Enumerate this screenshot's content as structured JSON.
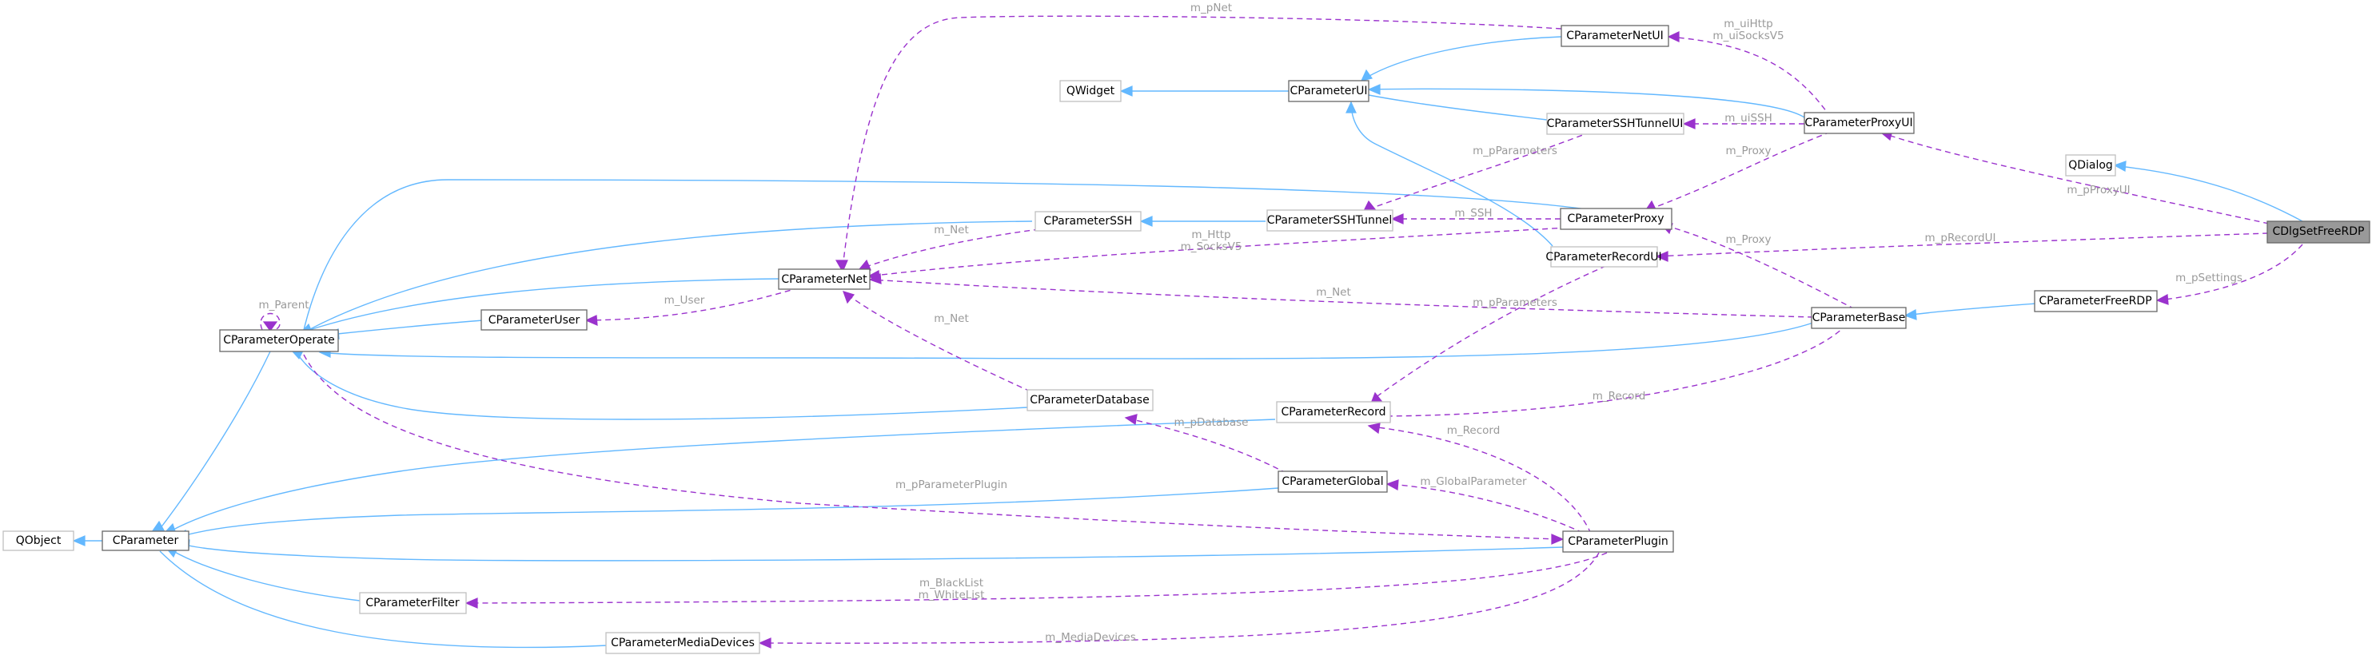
{
  "nodes": {
    "QObject": "QObject",
    "CParameter": "CParameter",
    "CParameterOperate": "CParameterOperate",
    "CParameterUser": "CParameterUser",
    "CParameterNet": "CParameterNet",
    "CParameterSSH": "CParameterSSH",
    "CParameterSSHTunnel": "CParameterSSHTunnel",
    "CParameterProxy": "CParameterProxy",
    "CParameterRecordUI": "CParameterRecordUI",
    "CParameterBase": "CParameterBase",
    "CParameterFreeRDP": "CParameterFreeRDP",
    "CDlgSetFreeRDP": "CDlgSetFreeRDP",
    "QDialog": "QDialog",
    "QWidget": "QWidget",
    "CParameterUI": "CParameterUI",
    "CParameterNetUI": "CParameterNetUI",
    "CParameterSSHTunnelUI": "CParameterSSHTunnelUI",
    "CParameterProxyUI": "CParameterProxyUI",
    "CParameterDatabase": "CParameterDatabase",
    "CParameterRecord": "CParameterRecord",
    "CParameterGlobal": "CParameterGlobal",
    "CParameterPlugin": "CParameterPlugin",
    "CParameterFilter": "CParameterFilter",
    "CParameterMediaDevices": "CParameterMediaDevices"
  },
  "labels": {
    "m_pNet": "m_pNet",
    "m_uiHttp": "m_uiHttp",
    "m_uiSocksV5": "m_uiSocksV5",
    "m_uiSSH": "m_uiSSH",
    "m_Proxy_ui": "m_Proxy",
    "m_pParameters_tunnel": "m_pParameters",
    "m_pProxyUI": "m_pProxyUI",
    "m_Net_ssh": "m_Net",
    "m_SSH": "m_SSH",
    "m_Http": "m_Http",
    "m_SocksV5": "m_SocksV5",
    "m_pRecordUI": "m_pRecordUI",
    "m_Parent": "m_Parent",
    "m_User": "m_User",
    "m_Proxy_base": "m_Proxy",
    "m_Net_base": "m_Net",
    "m_pParameters_base": "m_pParameters",
    "m_pSettings": "m_pSettings",
    "m_Net_db": "m_Net",
    "m_Record_base": "m_Record",
    "m_pDatabase": "m_pDatabase",
    "m_Record_plugin": "m_Record",
    "m_pParameterPlugin": "m_pParameterPlugin",
    "m_GlobalParameter": "m_GlobalParameter",
    "m_BlackList": "m_BlackList",
    "m_WhiteList": "m_WhiteList",
    "m_MediaDevices": "m_MediaDevices"
  }
}
